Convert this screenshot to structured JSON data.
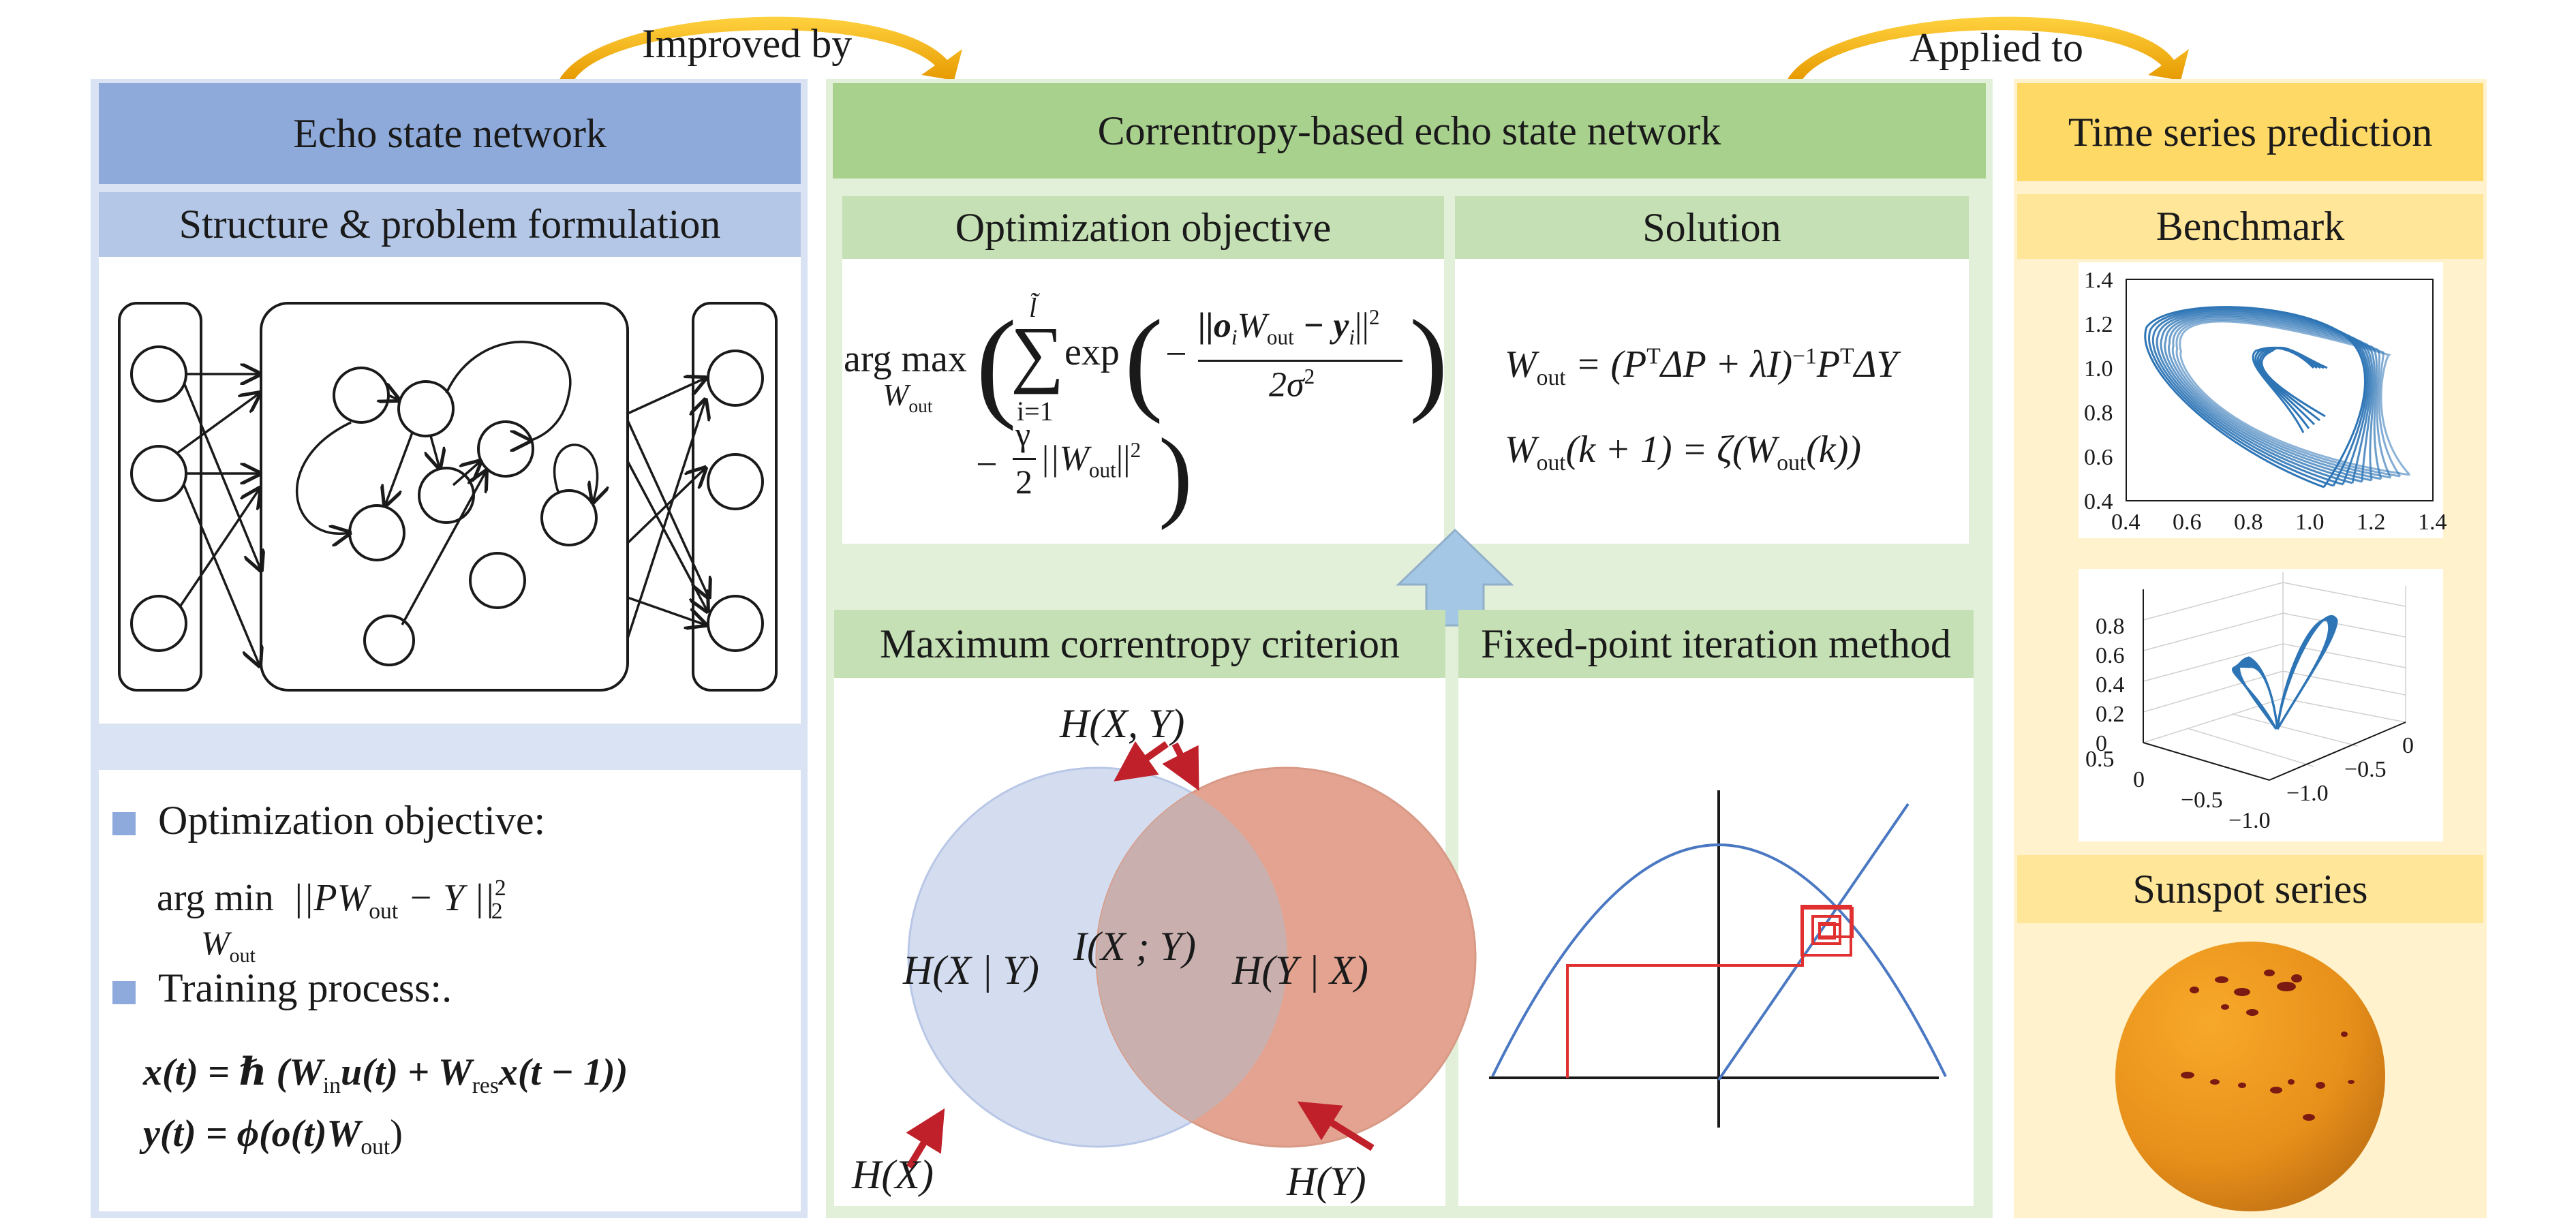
{
  "arrows": {
    "improved_by": "Improved by",
    "applied_to": "Applied to"
  },
  "esn": {
    "title": "Echo state network",
    "subtitle": "Structure & problem formulation",
    "bullet1": "Optimization objective:",
    "argmin_text": "arg min",
    "argmin_sub": "W",
    "argmin_sub2": "out",
    "norm_expr": "||PW",
    "norm_out": "out",
    "norm_tail": " − Y ||",
    "norm_sup": "2",
    "norm_sub": "2",
    "bullet2": "Training process:.",
    "eq1": "x(t) = ℏ (W",
    "eq1_in": "in",
    "eq1_mid": "u(t) + W",
    "eq1_res": "res",
    "eq1_tail": "x(t − 1))",
    "eq2": "y(t) = ϕ(o(t)W",
    "eq2_out": "out",
    "eq2_tail": ")"
  },
  "cesn": {
    "title": "Correntropy-based echo state network",
    "opt_title": "Optimization objective",
    "sol_title": "Solution",
    "mcc_title": "Maximum correntropy criterion",
    "fpi_title": "Fixed-point iteration method",
    "sol_eq1": "W",
    "sol_eq1_out": "out",
    "sol_eq1_rhs": " = (P",
    "sol_eq1_T": "T",
    "sol_eq1_mid": "ΔP + λI)",
    "sol_eq1_inv": "−1",
    "sol_eq1_P": "P",
    "sol_eq1_T2": "T",
    "sol_eq1_tail": "ΔY",
    "sol_eq2": "W",
    "sol_eq2_out": "out",
    "sol_eq2_mid": "(k + 1) = ζ(W",
    "sol_eq2_out2": "out",
    "sol_eq2_tail": "(k))",
    "opt_argmax": "arg max",
    "opt_argmax_sub": "W",
    "opt_argmax_sub2": "out",
    "opt_sum_top": "l̃",
    "opt_sum_bot": "i=1",
    "opt_exp": "exp",
    "opt_num": "||o",
    "opt_num_i": "i",
    "opt_num_w": "W",
    "opt_num_out": "out",
    "opt_num_y": " − y",
    "opt_num_yi": "i",
    "opt_num_tail": "||",
    "opt_num_sup": "2",
    "opt_num_sub": "2",
    "opt_den": "2σ",
    "opt_den_sup": "2",
    "opt_reg_num": "γ",
    "opt_reg_den": "2",
    "opt_reg": "||W",
    "opt_reg_out": "out",
    "opt_reg_tail": "||",
    "opt_reg_sup": "2",
    "opt_reg_sub": "2",
    "venn": {
      "joint": "H(X, Y)",
      "hx_given_y": "H(X | Y)",
      "mutual": "I(X ; Y)",
      "hy_given_x": "H(Y | X)",
      "hx": "H(X)",
      "hy": "H(Y)"
    }
  },
  "tsp": {
    "title": "Time series prediction",
    "benchmark": "Benchmark",
    "sunspot": "Sunspot series",
    "plot1_yticks": [
      "1.4",
      "1.2",
      "1.0",
      "0.8",
      "0.6",
      "0.4"
    ],
    "plot1_xticks": [
      "0.4",
      "0.6",
      "0.8",
      "1.0",
      "1.2",
      "1.4"
    ],
    "plot2_zticks": [
      "0.8",
      "0.6",
      "0.4",
      "0.2",
      "0"
    ],
    "plot2_ticks_a": [
      "0.5",
      "0",
      "−0.5",
      "−1.0"
    ],
    "plot2_ticks_b": [
      "−1.0",
      "−0.5",
      "0"
    ]
  },
  "colors": {
    "blue_header": "#8eaadb",
    "blue_sub": "#b4c7e7",
    "blue_bg": "#dae3f3",
    "green_header": "#a9d18e",
    "green_sub": "#c5e0b4",
    "green_bg": "#e2f0d9",
    "yellow_header": "#ffd966",
    "yellow_sub": "#ffe699",
    "yellow_bg": "#fff2cc",
    "orange_arrow": "#f0a30a",
    "red_arrow": "#c0202a",
    "plot_blue": "#2e75b6",
    "venn_blue": "#d4ddf0",
    "venn_red": "#e3a390",
    "venn_mid": "#c9b0ae"
  }
}
